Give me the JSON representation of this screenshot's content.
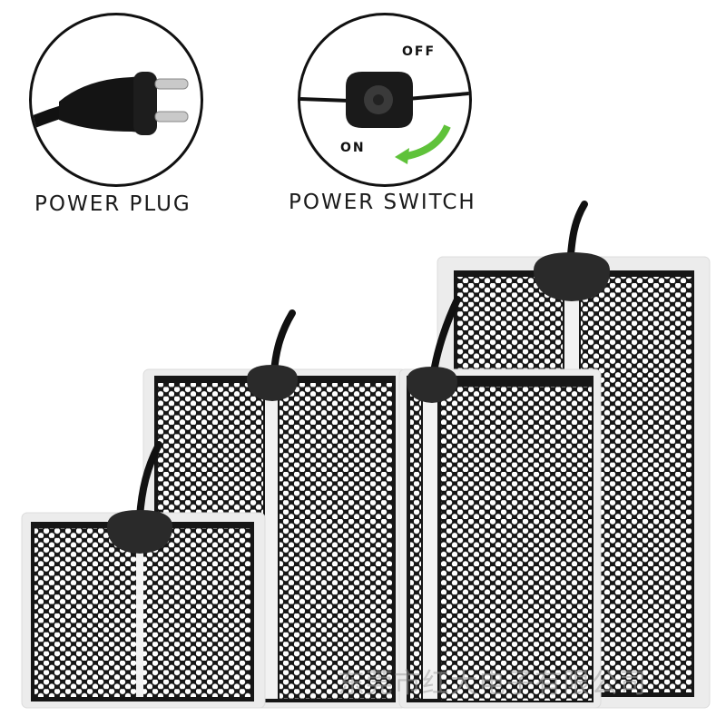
{
  "plug": {
    "caption": "POWER PLUG"
  },
  "switch": {
    "caption": "POWER SWITCH",
    "off_label": "OFF",
    "on_label": "ON"
  },
  "watermark": "东莞市红大电子有限公司",
  "colors": {
    "mat_black": "#161616",
    "frame": "#ececec",
    "arrow_green": "#5fc23a",
    "hole": "#ffffff"
  }
}
